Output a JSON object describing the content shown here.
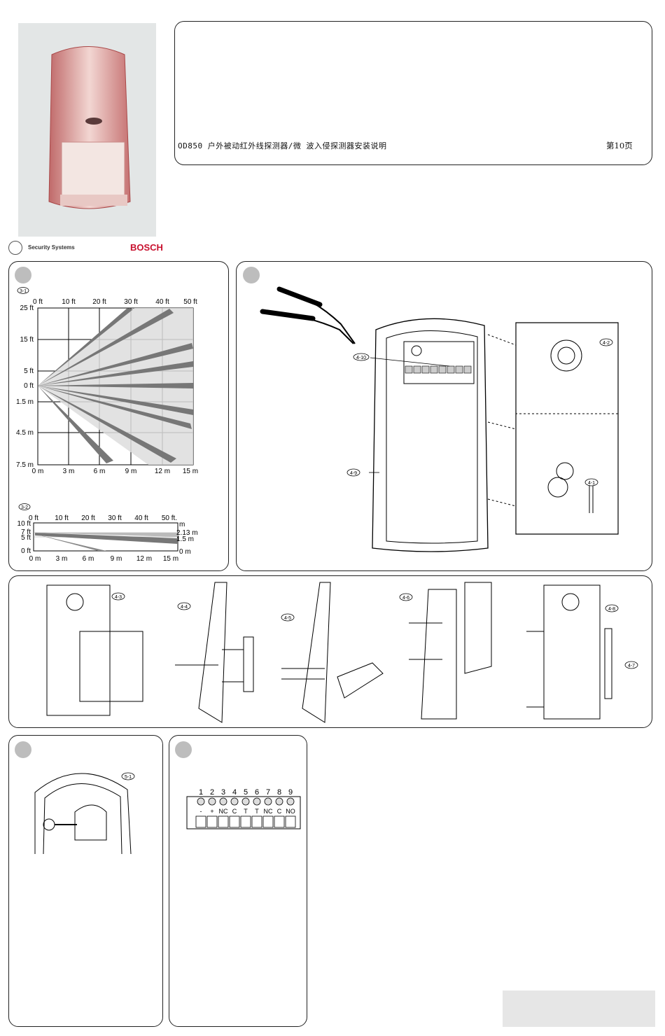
{
  "header": {
    "title": "OD850 户外被动红外线探测器/微 波入侵探测器安装说明",
    "page": "第10页"
  },
  "brand": {
    "division": "Security Systems",
    "name": "BOSCH",
    "color": "#c8102e"
  },
  "coverage_top": {
    "tag": "3-1",
    "ft_ticks": [
      "0 ft",
      "10 ft",
      "20 ft",
      "30 ft",
      "40 ft",
      "50 ft"
    ],
    "m_ticks": [
      "0 m",
      "3 m",
      "6 m",
      "9 m",
      "12 m",
      "15 m"
    ],
    "side_ft": [
      "25 ft",
      "15 ft",
      "5 ft",
      "0 ft"
    ],
    "side_m": [
      "1.5 m",
      "4.5 m",
      "7.5 m"
    ]
  },
  "coverage_side": {
    "tag": "3-2",
    "ft_ticks": [
      "0 ft",
      "10 ft",
      "20 ft",
      "30 ft",
      "40 ft",
      "50 ft."
    ],
    "m_ticks": [
      "0 m",
      "3 m",
      "6 m",
      "9 m",
      "12 m",
      "15 m"
    ],
    "left": [
      "10 ft",
      "7 ft",
      "5 ft",
      "0 ft"
    ],
    "right": [
      "m",
      "2.13 m",
      "1.5 m",
      "0 m"
    ]
  },
  "install_tags": {
    "t4_1": "4-1",
    "t4_2": "4-2",
    "t4_3": "4-3",
    "t4_4": "4-4",
    "t4_5": "4-5",
    "t4_6": "4-6",
    "t4_7": "4-7",
    "t4_8": "4-8",
    "t4_9": "4-9",
    "t4_10": "4-10",
    "t5_1": "5-1"
  },
  "terminals": {
    "numbers": [
      "1",
      "2",
      "3",
      "4",
      "5",
      "6",
      "7",
      "8",
      "9"
    ],
    "labels": [
      "-",
      "+",
      "NC",
      "C",
      "T",
      "T",
      "NC",
      "C",
      "NO"
    ]
  }
}
